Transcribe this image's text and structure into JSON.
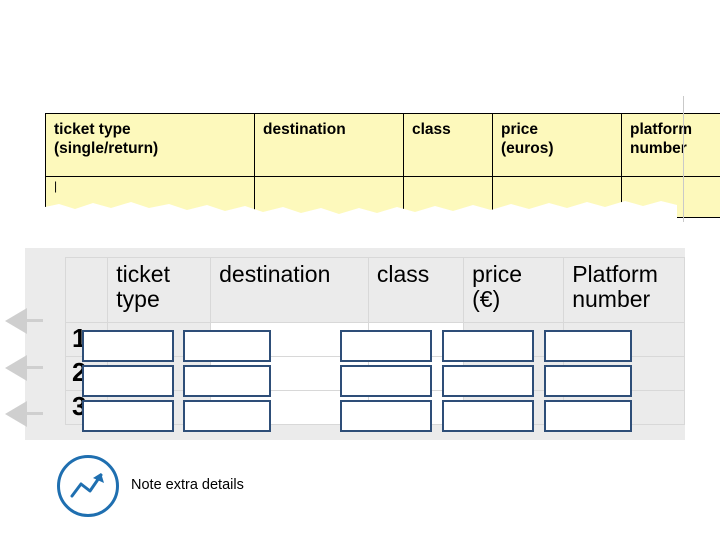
{
  "top_table": {
    "headers": [
      "ticket type\n(single/return)",
      "destination",
      "class",
      "price\n(euros)",
      "platform\nnumber"
    ],
    "header_lines": [
      [
        "ticket type",
        "(single/return)"
      ],
      [
        "destination",
        ""
      ],
      [
        "class",
        ""
      ],
      [
        "price",
        "(euros)"
      ],
      [
        "platform",
        "number"
      ]
    ],
    "row_marker": "|",
    "fill_color": "#fdf9bc"
  },
  "bottom_table": {
    "headers": [
      [
        "ticket",
        "type"
      ],
      [
        "destination",
        ""
      ],
      [
        "class",
        ""
      ],
      [
        "price",
        "(€)"
      ],
      [
        "Platform",
        "number"
      ]
    ],
    "row_numbers": [
      "1",
      "2",
      "3"
    ],
    "background": "#ebebeb",
    "input_border_color": "#2e4e78"
  },
  "note": {
    "text": "Note extra details",
    "icon": "trending-up-icon",
    "accent_color": "#1f6fb0"
  },
  "bullets": {
    "count": 3,
    "color": "#cfcfcf"
  }
}
